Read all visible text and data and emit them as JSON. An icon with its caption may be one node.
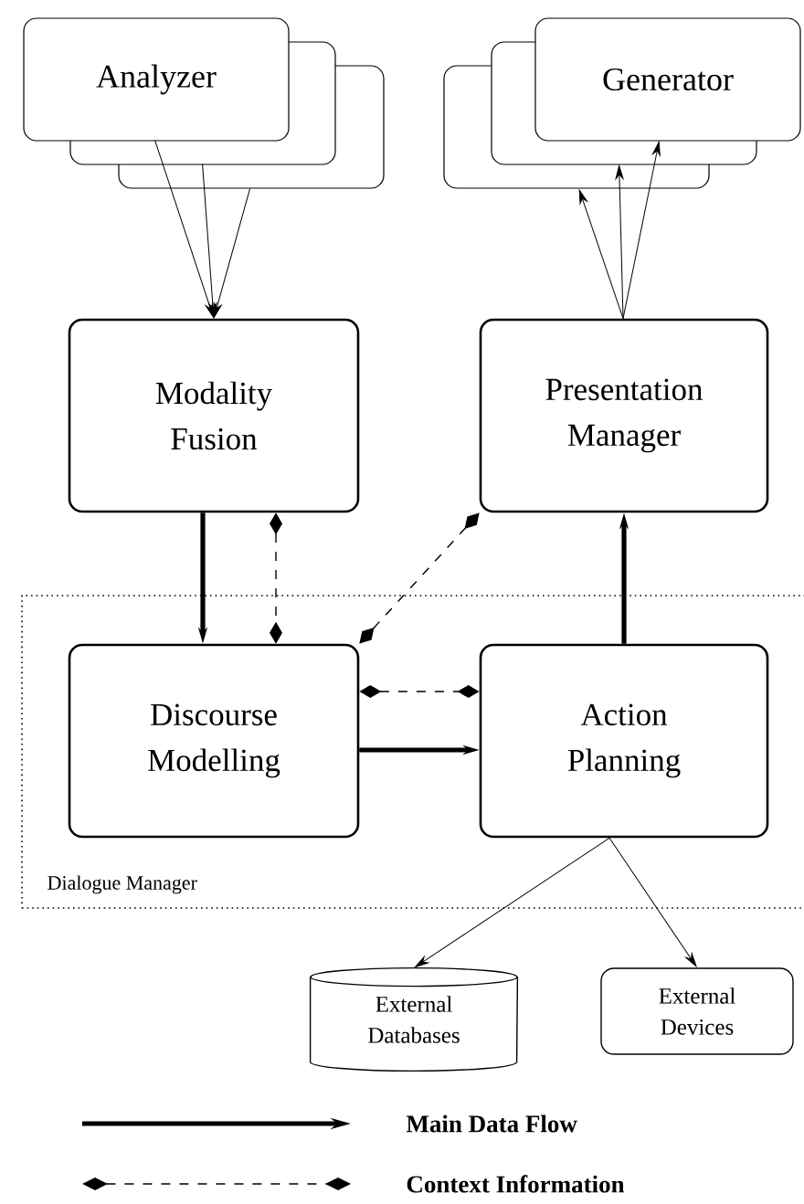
{
  "diagram": {
    "nodes": [
      {
        "text": [
          "Analyzer"
        ]
      },
      {
        "text": [
          "Generator"
        ]
      },
      {
        "text": [
          "Modality Fusion"
        ]
      },
      {
        "text": [
          "Presentation Manager"
        ]
      },
      {
        "text": [
          "Dialogue Manager"
        ]
      },
      {
        "text": [
          "Discourse Modelling"
        ],
        "in": 4
      },
      {
        "text": [
          "Action Planning"
        ],
        "in": 4
      },
      {
        "text": [
          "External Databases"
        ]
      },
      {
        "text": [
          "External Devices"
        ]
      }
    ],
    "edges": [
      {
        "from": 0,
        "to": 2,
        "arrow": "to"
      },
      {
        "from": 0,
        "to": 2,
        "arrow": "to"
      },
      {
        "from": 0,
        "to": 2,
        "arrow": "to"
      },
      {
        "from": 3,
        "to": 1,
        "arrow": "to"
      },
      {
        "from": 3,
        "to": 1,
        "arrow": "to"
      },
      {
        "from": 3,
        "to": 1,
        "arrow": "to"
      },
      {
        "from": 2,
        "to": 5,
        "arrow": "to",
        "style": "thick"
      },
      {
        "from": 2,
        "to": 5,
        "arrow": "other",
        "style": "dashed"
      },
      {
        "from": 5,
        "to": 3,
        "arrow": "other",
        "style": "dashed"
      },
      {
        "from": 5,
        "to": 6,
        "arrow": "other",
        "style": "dashed"
      },
      {
        "from": 5,
        "to": 6,
        "arrow": "to",
        "style": "thick"
      },
      {
        "from": 6,
        "to": 3,
        "arrow": "to",
        "style": "thick"
      },
      {
        "from": 6,
        "to": 7,
        "arrow": "to"
      },
      {
        "from": 6,
        "to": 8,
        "arrow": "to"
      }
    ],
    "legend": [
      {
        "text": "Main Data Flow"
      },
      {
        "text": "Context Information"
      }
    ]
  }
}
